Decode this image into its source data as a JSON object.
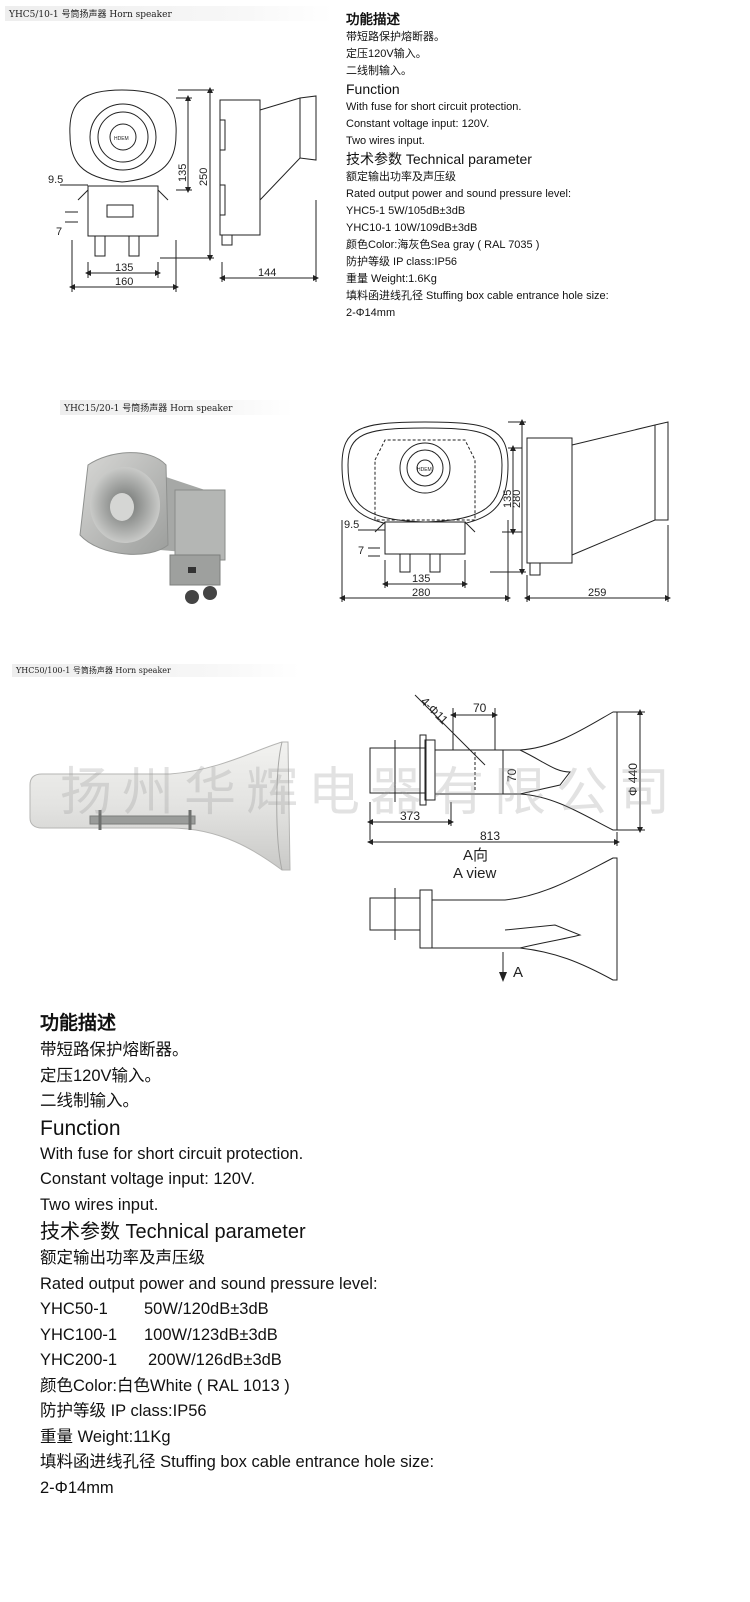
{
  "product1": {
    "caption": "YHC5/10-1 号筒扬声器  Horn speaker",
    "dims": {
      "d_9_5": "9.5",
      "d_7": "7",
      "d_135_v": "135",
      "d_250": "250",
      "d_135_h": "135",
      "d_160": "160",
      "d_144": "144"
    },
    "logo": "HDEM",
    "spec": {
      "func_cn_title": "功能描述",
      "func_cn": [
        "带短路保护熔断器。",
        "定压120V输入。",
        "二线制输入。"
      ],
      "func_en_title": "Function",
      "func_en": [
        "With fuse for short circuit protection.",
        "Constant voltage input: 120V.",
        "Two wires input."
      ],
      "tech_title": "技术参数 Technical parameter",
      "rated_cn": "额定输出功率及声压级",
      "rated_en": "Rated output power and sound pressure level:",
      "models": [
        "YHC5-1    5W/105dB±3dB",
        "YHC10-1  10W/109dB±3dB"
      ],
      "color": "颜色Color:海灰色Sea gray ( RAL 7035 )",
      "ip": "防护等级 IP class:IP56",
      "weight": "重量 Weight:1.6Kg",
      "stuffing": "填料函进线孔径 Stuffing box cable entrance hole size:",
      "hole": "2-Φ14mm"
    }
  },
  "product2": {
    "caption": "YHC15/20-1 号筒扬声器  Horn speaker",
    "dims": {
      "d_9_5": "9.5",
      "d_7": "7",
      "d_135_v": "135",
      "d_280_v": "280",
      "d_135_h": "135",
      "d_280_h": "280",
      "d_259": "259"
    },
    "logo": "HDEM"
  },
  "product3": {
    "caption": "YHC50/100-1 号筒扬声器  Horn speaker",
    "dims": {
      "holes": "4-Φ11",
      "d_70_h": "70",
      "d_70_v": "70",
      "d_440": "Φ 440",
      "d_373": "373",
      "d_813": "813"
    },
    "view_cn": "A向",
    "view_en": "A view",
    "arrow_label": "A",
    "watermark": "扬州华辉电器有限公司",
    "spec": {
      "func_cn_title": "功能描述",
      "func_cn": [
        "带短路保护熔断器。",
        "定压120V输入。",
        "二线制输入。"
      ],
      "func_en_title": "Function",
      "func_en": [
        "With fuse for short circuit protection.",
        "Constant voltage input: 120V.",
        "Two wires input."
      ],
      "tech_title": "技术参数 Technical parameter",
      "rated_cn": "额定输出功率及声压级",
      "rated_en": "Rated output power and sound pressure level:",
      "models": [
        {
          "name": "YHC50-1",
          "value": "50W/120dB±3dB"
        },
        {
          "name": "YHC100-1",
          "value": "100W/123dB±3dB"
        },
        {
          "name": "YHC200-1",
          "value": "200W/126dB±3dB"
        }
      ],
      "color": "颜色Color:白色White ( RAL 1013 )",
      "ip": "防护等级 IP class:IP56",
      "weight": "重量 Weight:11Kg",
      "stuffing": "填料函进线孔径 Stuffing box cable entrance hole size:",
      "hole": "2-Φ14mm"
    }
  }
}
